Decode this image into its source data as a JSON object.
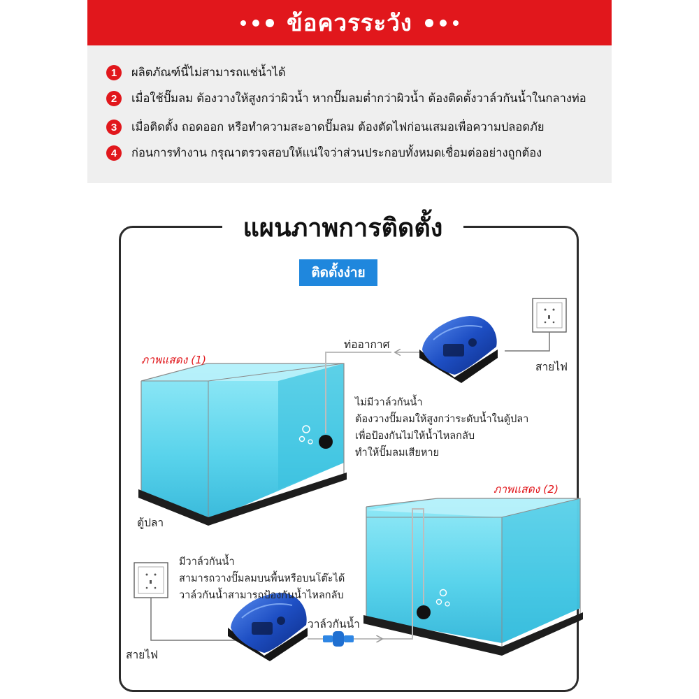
{
  "header": {
    "title": "ข้อควรระวัง"
  },
  "cautions": [
    {
      "number": "1",
      "text": "ผลิตภัณฑ์นี้ไม่สามารถแช่น้ำได้"
    },
    {
      "number": "2",
      "text": "เมื่อใช้ปั๊มลม ต้องวางให้สูงกว่าผิวน้ำ หากปั๊มลมต่ำกว่าผิวน้ำ ต้องติดตั้งวาล์วกันน้ำในกลางท่อ"
    },
    {
      "number": "3",
      "text": "เมื่อติดตั้ง ถอดออก หรือทำความสะอาดปั๊มลม ต้องตัดไฟก่อนเสมอเพื่อความปลอดภัย"
    },
    {
      "number": "4",
      "text": "ก่อนการทำงาน กรุณาตรวจสอบให้แน่ใจว่าส่วนประกอบทั้งหมดเชื่อมต่ออย่างถูกต้อง"
    }
  ],
  "diagram": {
    "title": "แผนภาพการติดตั้ง",
    "badge": "ติดตั้งง่าย",
    "figure1": {
      "label": "ภาพแสดง (1)",
      "air_pipe": "ท่ออากาศ",
      "power_cord": "สายไฟ",
      "tank": "ตู้ปลา",
      "note": [
        "ไม่มีวาล์วกันน้ำ",
        "ต้องวางปั๊มลมให้สูงกว่าระดับน้ำในตู้ปลา",
        "เพื่อป้องกันไม่ให้น้ำไหลกลับ",
        "ทำให้ปั๊มลมเสียหาย"
      ]
    },
    "figure2": {
      "label": "ภาพแสดง (2)",
      "valve": "วาล์วกันน้ำ",
      "power_cord": "สายไฟ",
      "note": [
        "มีวาล์วกันน้ำ",
        "สามารถวางปั๊มลมบนพื้นหรือบนโต๊ะได้",
        "วาล์วกันน้ำสามารถป้องกันน้ำไหลกลับ"
      ]
    }
  },
  "colors": {
    "accent_red": "#e1171c",
    "badge_blue": "#1f87dd",
    "water": "#6fdcef"
  }
}
